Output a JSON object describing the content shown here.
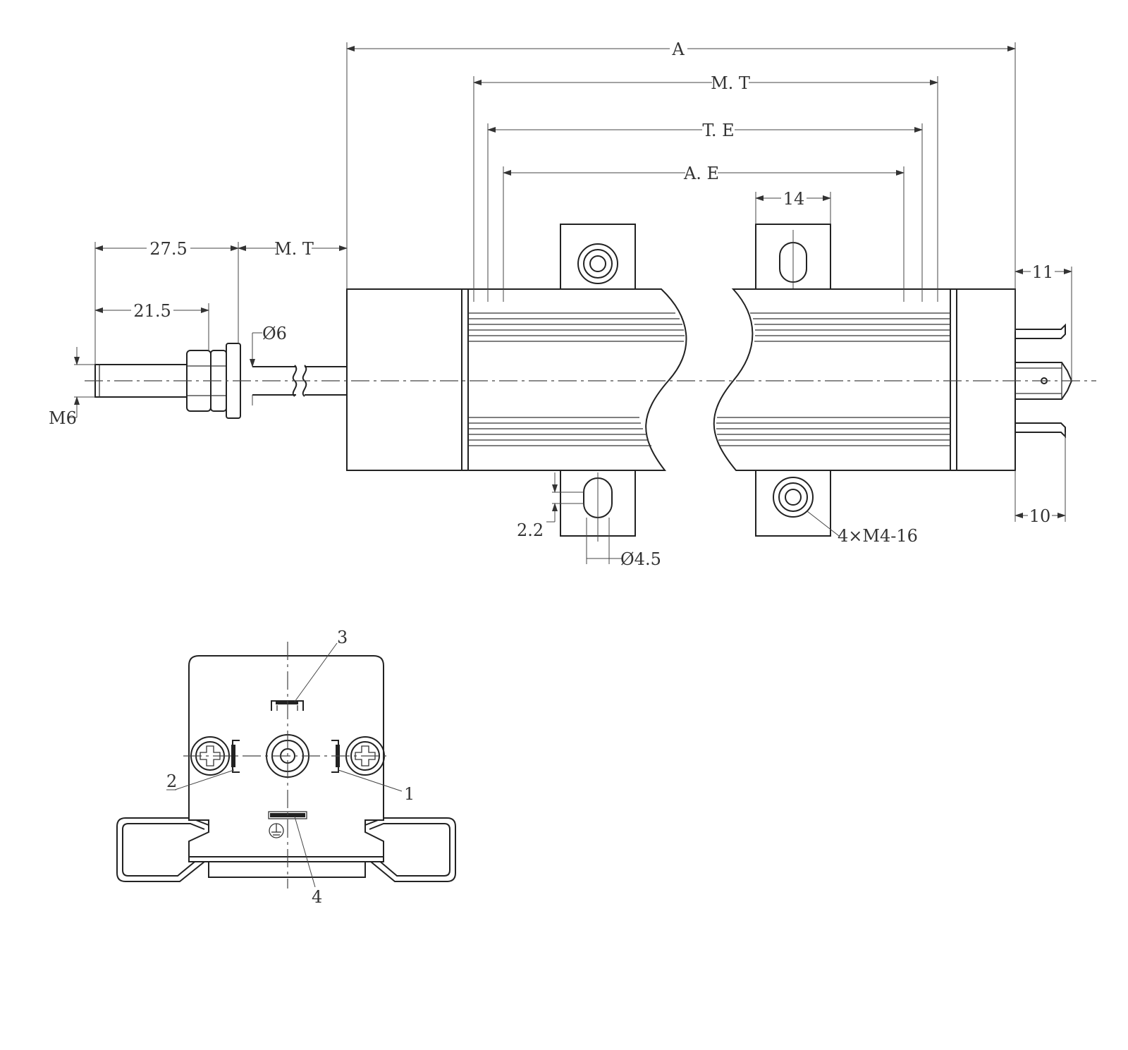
{
  "dimensions": {
    "overall": "A",
    "mt_top": "M. T",
    "te": "T. E",
    "ae": "A. E",
    "mount_width": "14",
    "rod_length": "27.5",
    "thread_length": "21.5",
    "mt_left": "M. T",
    "rod_diameter": "Ø6",
    "thread": "M6",
    "connector_top": "11",
    "connector_bottom": "10",
    "slot_offset": "2.2",
    "slot_diameter": "Ø4.5",
    "screws": "4×M4-16"
  },
  "pins": {
    "pin1": "1",
    "pin2": "2",
    "pin3": "3",
    "pin4": "4"
  }
}
